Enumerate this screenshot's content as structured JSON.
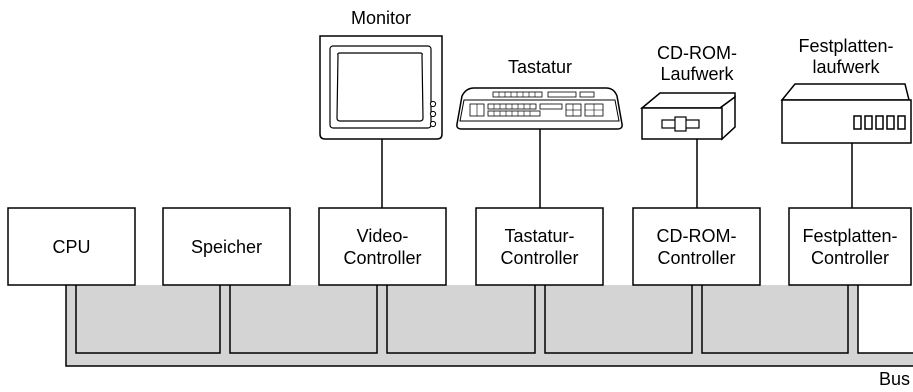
{
  "devices": {
    "monitor": "Monitor",
    "keyboard": "Tastatur",
    "cdrom_drive": "CD-ROM-\nLaufwerk",
    "hdd_drive": "Festplatten-\nlaufwerk"
  },
  "boxes": {
    "cpu": "CPU",
    "memory": "Speicher",
    "video": "Video-\nController",
    "keyboard_ctrl": "Tastatur-\nController",
    "cdrom_ctrl": "CD-ROM-\nController",
    "hdd_ctrl": "Festplatten-\nController"
  },
  "bus": {
    "label": "Bus",
    "color": "#d4d4d4"
  }
}
